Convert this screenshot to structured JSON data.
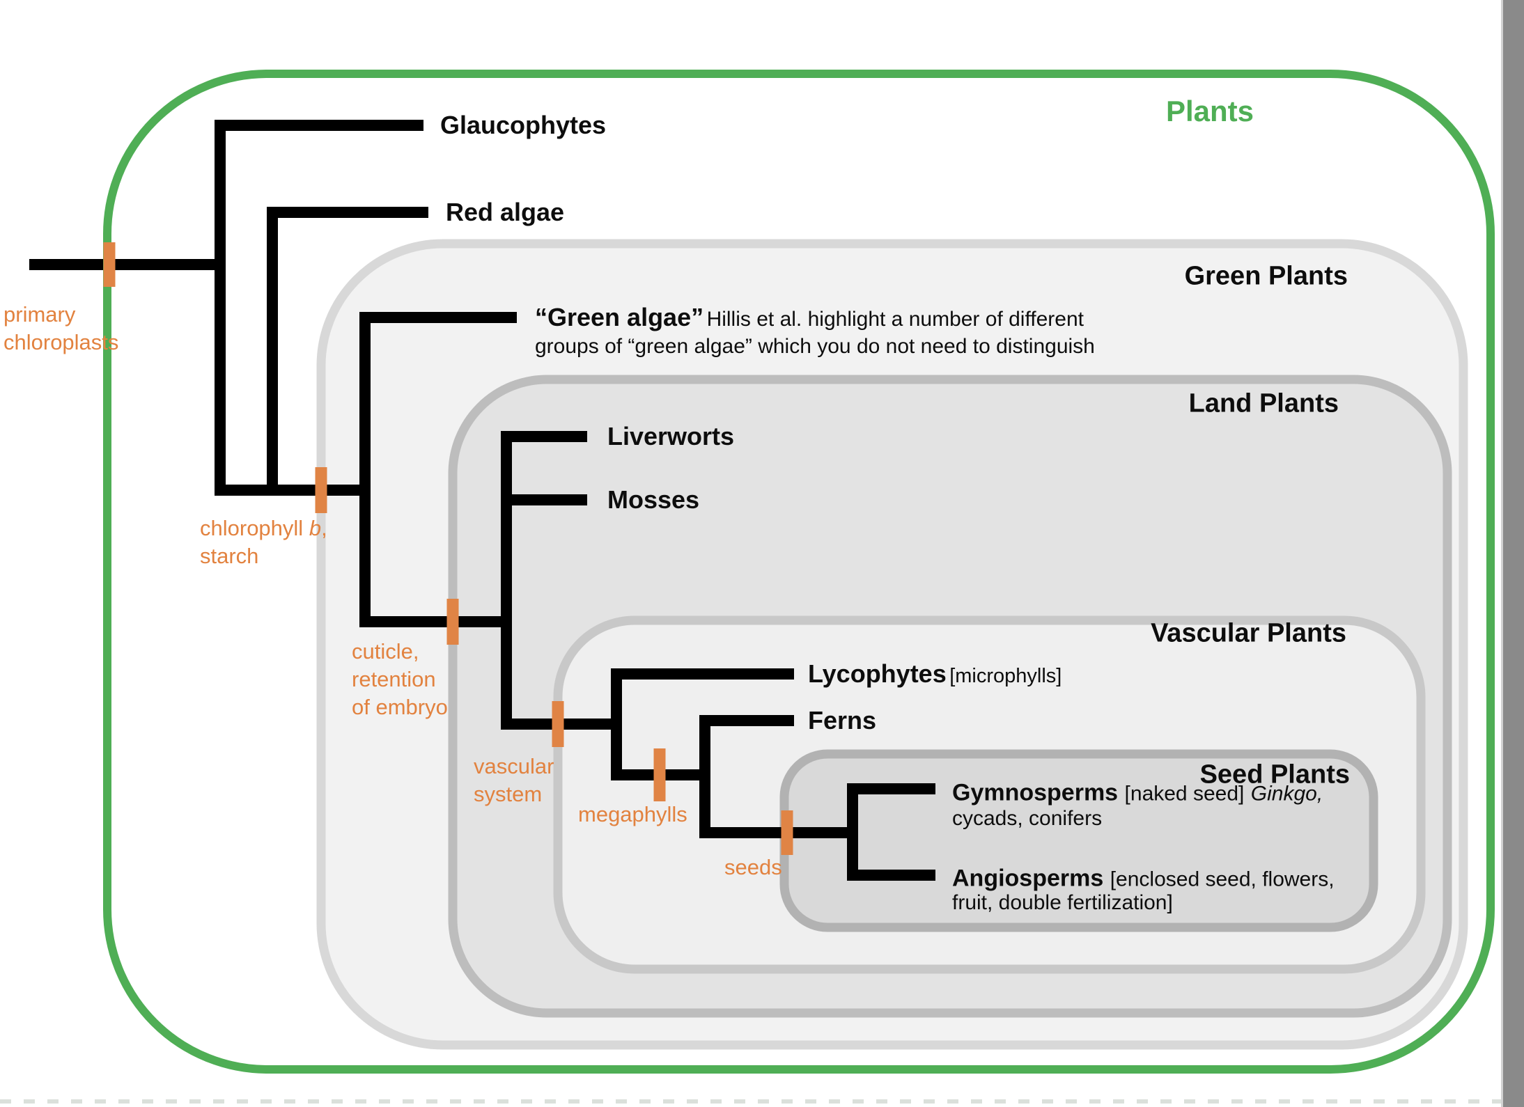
{
  "clade_boxes": {
    "plants": {
      "label": "Plants"
    },
    "green_plants": {
      "label": "Green Plants"
    },
    "land_plants": {
      "label": "Land Plants"
    },
    "vascular_plants": {
      "label": "Vascular Plants"
    },
    "seed_plants": {
      "label": "Seed Plants"
    }
  },
  "taxa": {
    "glaucophytes": {
      "label": "Glaucophytes"
    },
    "red_algae": {
      "label": "Red algae"
    },
    "green_algae": {
      "label": "“Green algae”",
      "note_line1": "Hillis et al. highlight a number of different",
      "note_line2": "groups of “green algae” which you do not need to distinguish"
    },
    "liverworts": {
      "label": "Liverworts"
    },
    "mosses": {
      "label": "Mosses"
    },
    "lycophytes": {
      "label": "Lycophytes",
      "note": "[microphylls]"
    },
    "ferns": {
      "label": "Ferns"
    },
    "gymnosperms": {
      "label": "Gymnosperms",
      "note": "[naked seed]",
      "examples_italic": "Ginkgo,",
      "note_line2": "cycads, conifers"
    },
    "angiosperms": {
      "label": "Angiosperms",
      "note_line1": "[enclosed seed, flowers,",
      "note_line2": "fruit, double fertilization]"
    }
  },
  "traits": {
    "primary_chloroplasts": {
      "line1": "primary",
      "line2": "chloroplasts"
    },
    "chlorophyll_b_starch": {
      "line1_regular": "chlorophyll ",
      "line1_italic": "b",
      "line1_comma": ",",
      "line2": "starch"
    },
    "cuticle_retention": {
      "line1": "cuticle,",
      "line2": "retention",
      "line3": "of embryo"
    },
    "vascular_system": {
      "line1": "vascular",
      "line2": "system"
    },
    "megaphylls": {
      "line1": "megaphylls"
    },
    "seeds": {
      "line1": "seeds"
    }
  },
  "colors": {
    "plants_green_border": "#4fae55",
    "trait_tick_orange": "#e08445",
    "trait_text_orange": "#e2823f",
    "branch_black": "#000000",
    "green_plants_fill": "#f2f2f2",
    "green_plants_border": "#d8d8d8",
    "land_plants_fill": "#e3e3e3",
    "land_plants_border": "#bdbdbd",
    "vascular_plants_fill": "#efefef",
    "vascular_plants_border": "#c8c8c8",
    "seed_plants_fill": "#d9d9d9",
    "seed_plants_border": "#b2b2b2",
    "page_edge_gray": "#8a8a8a"
  }
}
